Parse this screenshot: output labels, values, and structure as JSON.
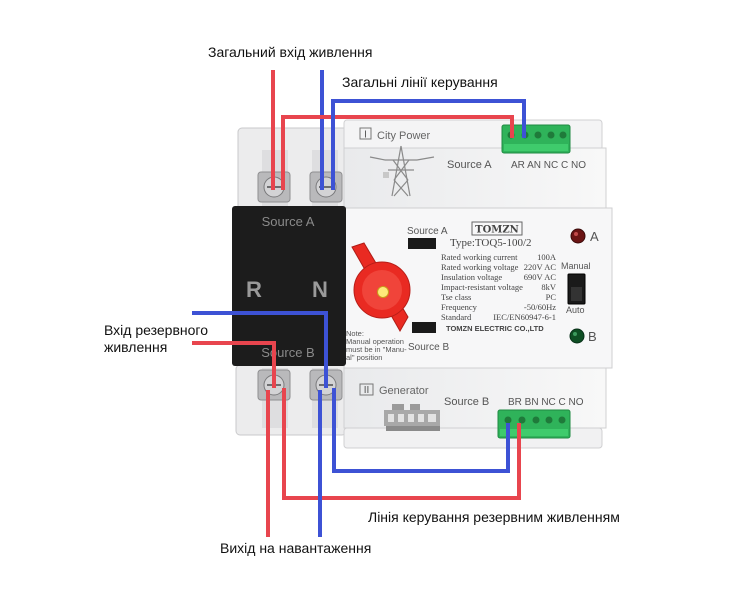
{
  "callouts": {
    "main_power_input": "Загальний вхід живлення",
    "main_control_lines": "Загальні лінії керування",
    "backup_power_input_line1": "Вхід резервного",
    "backup_power_input_line2": "живлення",
    "backup_control_line": "Лінія керування резервним живленням",
    "load_output": "Вихід на навантаження"
  },
  "device": {
    "brand": "TOMZN",
    "type_label": "Type:TOQ5-100/2",
    "manufacturer": "TOMZN ELECTRIC CO.,LTD",
    "black_panel": {
      "source_a_label": "Source A",
      "source_b_label": "Source B",
      "r_label": "R",
      "n_label": "N"
    },
    "top_module": {
      "roman": "I",
      "name": "City Power",
      "source": "Source A",
      "terminals": "AR AN NC C NO"
    },
    "bottom_module": {
      "roman": "II",
      "name": "Generator",
      "source": "Source B",
      "terminals": "BR BN NC C NO"
    },
    "front": {
      "source_a": "Source A",
      "source_b": "Source B",
      "indicator_a": "A",
      "indicator_b": "B",
      "switch_manual": "Manual",
      "switch_auto": "Auto",
      "note_line1": "Note:",
      "note_line2": "Manual operation",
      "note_line3": "must be in \"Manu-",
      "note_line4": "al\" position"
    },
    "specs": [
      {
        "label": "Rated working current",
        "value": "100A"
      },
      {
        "label": "Rated working voltage",
        "value": "220V AC"
      },
      {
        "label": "Insulation voltage",
        "value": "690V AC"
      },
      {
        "label": "Impact-resistant voltage",
        "value": "8kV"
      },
      {
        "label": "Tse class",
        "value": "PC"
      },
      {
        "label": "Frequency",
        "value": "-50/60Hz"
      },
      {
        "label": "Standard",
        "value": "IEC/EN60947-6-1"
      }
    ]
  },
  "colors": {
    "wire_red": "#e8454e",
    "wire_blue": "#3d52d5",
    "handle_red": "#e92a22",
    "terminal_green": "#2fb35a",
    "black_panel": "#1c1c1c"
  }
}
